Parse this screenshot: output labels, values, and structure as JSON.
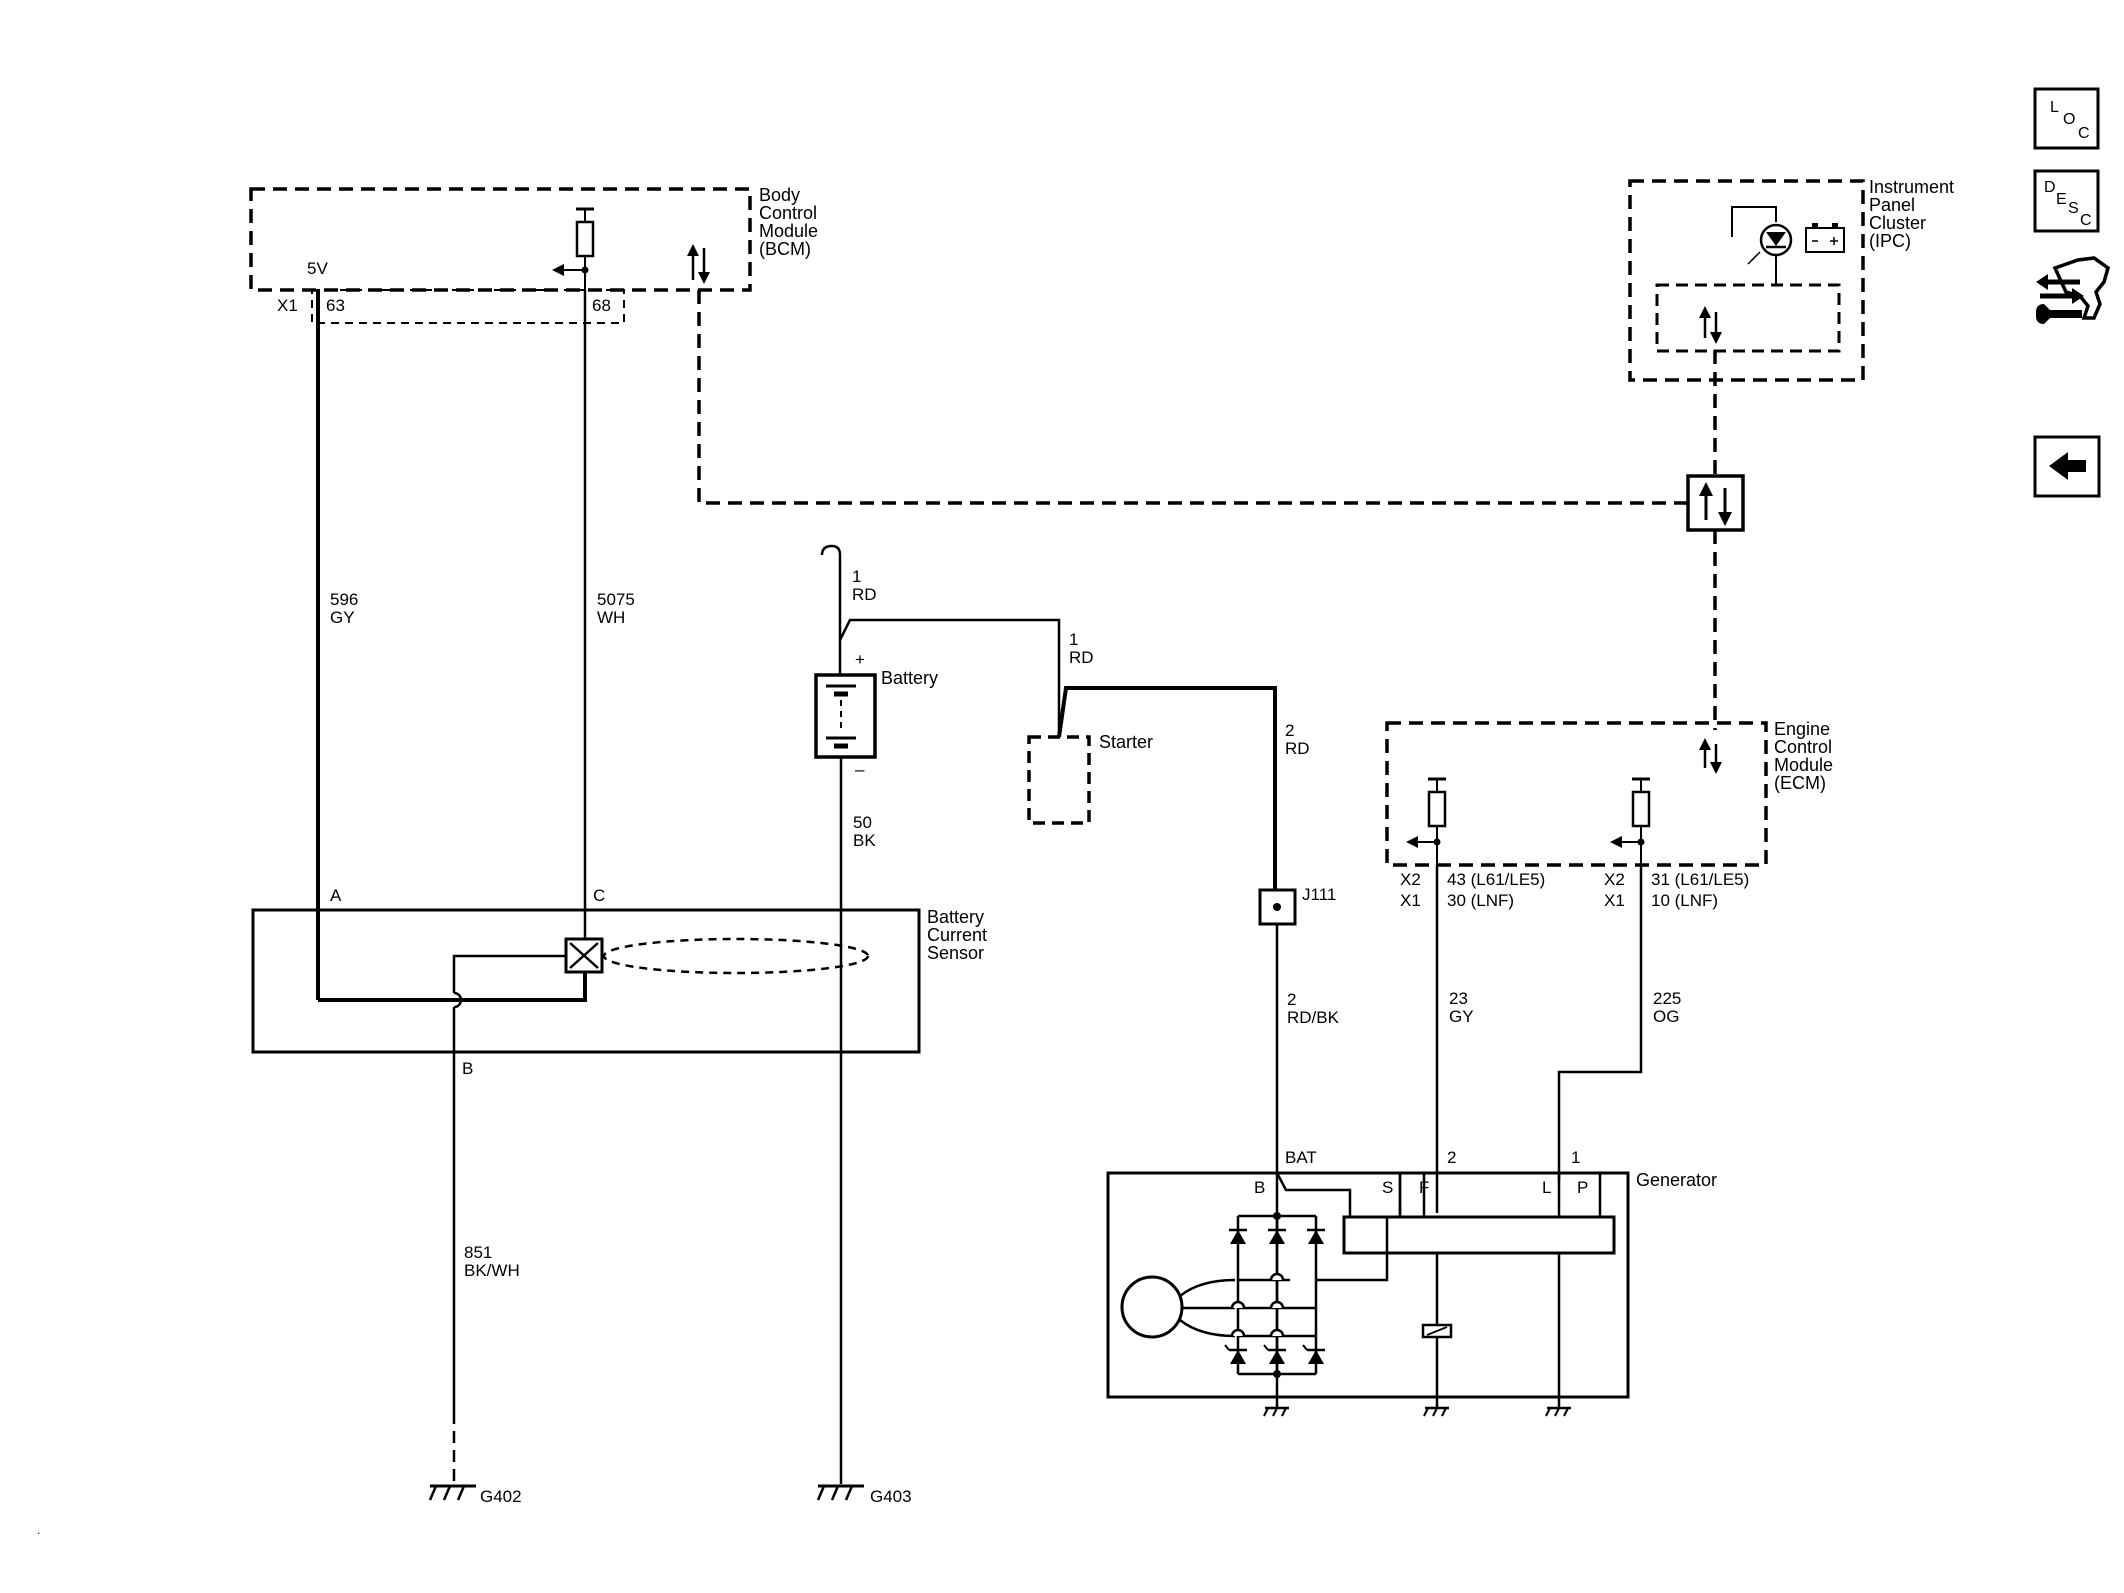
{
  "modules": {
    "bcm": {
      "name": [
        "Body",
        "Control",
        "Module",
        "(BCM)"
      ],
      "x1": "X1",
      "v5": "5V",
      "pin_a": "63",
      "pin_b": "68"
    },
    "ipc": {
      "name": [
        "Instrument",
        "Panel",
        "Cluster",
        "(IPC)"
      ]
    },
    "ecm": {
      "name": [
        "Engine",
        "Control",
        "Module",
        "(ECM)"
      ],
      "conn_left": [
        "X2",
        "X1"
      ],
      "pins_left": [
        "43 (L61/LE5)",
        "30 (LNF)"
      ],
      "conn_right": [
        "X2",
        "X1"
      ],
      "pins_right": [
        "31 (L61/LE5)",
        "10 (LNF)"
      ]
    },
    "sensor": {
      "name": [
        "Battery",
        "Current",
        "Sensor"
      ],
      "pin_a": "A",
      "pin_c": "C",
      "pin_b": "B"
    },
    "battery": {
      "name": "Battery",
      "plus": "+",
      "minus": "–"
    },
    "starter": {
      "name": "Starter"
    },
    "generator": {
      "name": "Generator",
      "terminals": [
        "B",
        "S",
        "F",
        "L",
        "P"
      ],
      "pin_bat": "BAT",
      "pin_2": "2",
      "pin_1": "1"
    }
  },
  "wires": {
    "w596": [
      "596",
      "GY"
    ],
    "w5075": [
      "5075",
      "WH"
    ],
    "w851": [
      "851",
      "BK/WH"
    ],
    "w1rd_top": [
      "1",
      "RD"
    ],
    "w1rd_starter": [
      "1",
      "RD"
    ],
    "w2rd": [
      "2",
      "RD"
    ],
    "w50bk": [
      "50",
      "BK"
    ],
    "w2rdbk": [
      "2",
      "RD/BK"
    ],
    "w23gy": [
      "23",
      "GY"
    ],
    "w225og": [
      "225",
      "OG"
    ]
  },
  "splice": "J111",
  "grounds": [
    "G402",
    "G403"
  ],
  "nav": {
    "loc": [
      "L",
      "O",
      "C"
    ],
    "desc": [
      "D",
      "E",
      "S",
      "C"
    ]
  }
}
